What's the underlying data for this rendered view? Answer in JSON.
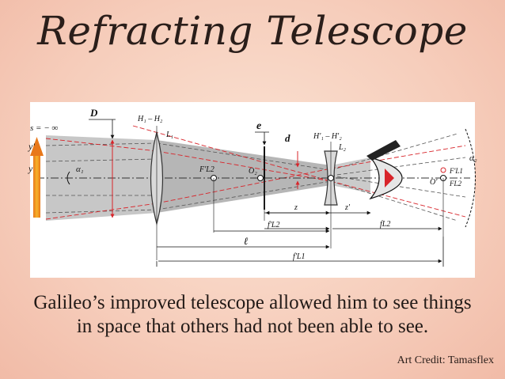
{
  "title": "Refracting Telescope",
  "caption_line1": "Galileo’s improved telescope allowed him to see things",
  "caption_line2": "in space that others had not been able to see.",
  "credit": "Art Credit: Tamasflex",
  "diagram": {
    "s_label": "s = − ∞",
    "y_prime_label": "y'",
    "y_label": "y",
    "alpha1_label": "α₁",
    "alpha2_label": "α₂",
    "D_label": "D",
    "H1H2_label": "H₁ – H₂",
    "L1_label": "L₁",
    "FL2_label": "F'L2",
    "O2_label": "O₂",
    "e_label": "e",
    "d_label": "d",
    "H1pH2p_label": "H'₁ – H'₂",
    "L2_label": "L₂",
    "FpL1_label": "F'L1",
    "O_label": "O'",
    "F_L2_label": "FL2",
    "z_label": "z",
    "zp_label": "z'",
    "fpL2_label": "f'L2",
    "fL2_label": "fL2",
    "l_label": "ℓ",
    "fpL1_label": "f'L1",
    "colors": {
      "ray_red": "#d8242a",
      "ray_gray": "#555555",
      "arrow_orange": "#f19a1e"
    }
  }
}
